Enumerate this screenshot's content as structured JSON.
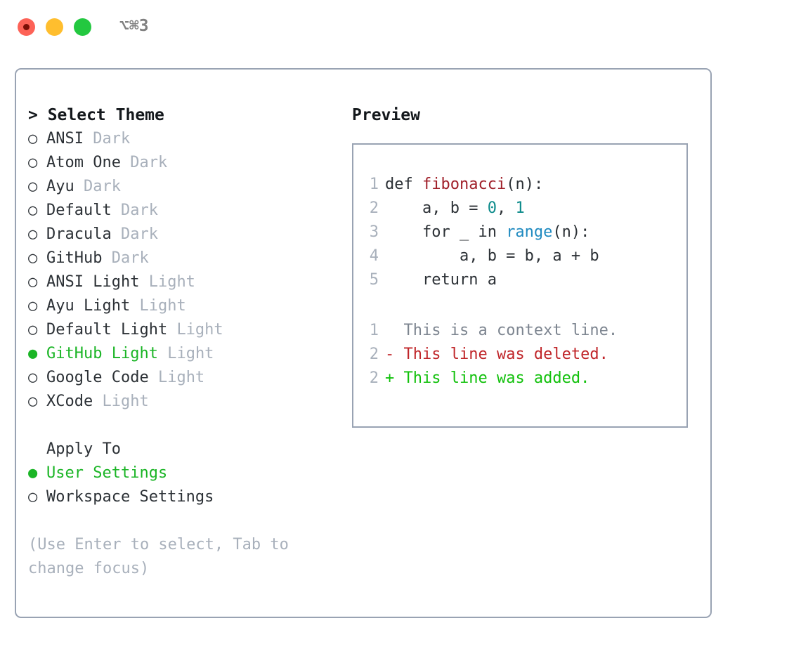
{
  "window": {
    "traffic_lights": [
      "close-light",
      "minimize-light",
      "maximize-light"
    ],
    "shortcut_label": "⌥⌘3"
  },
  "theme_picker": {
    "header": "> Select Theme",
    "items": [
      {
        "marker": "○",
        "name": "ANSI",
        "tag": "Dark",
        "selected": false
      },
      {
        "marker": "○",
        "name": "Atom One",
        "tag": "Dark",
        "selected": false
      },
      {
        "marker": "○",
        "name": "Ayu",
        "tag": "Dark",
        "selected": false
      },
      {
        "marker": "○",
        "name": "Default",
        "tag": "Dark",
        "selected": false
      },
      {
        "marker": "○",
        "name": "Dracula",
        "tag": "Dark",
        "selected": false
      },
      {
        "marker": "○",
        "name": "GitHub",
        "tag": "Dark",
        "selected": false
      },
      {
        "marker": "○",
        "name": "ANSI Light",
        "tag": "Light",
        "selected": false
      },
      {
        "marker": "○",
        "name": "Ayu Light",
        "tag": "Light",
        "selected": false
      },
      {
        "marker": "○",
        "name": "Default Light",
        "tag": "Light",
        "selected": false
      },
      {
        "marker": "●",
        "name": "GitHub Light",
        "tag": "Light",
        "selected": true
      },
      {
        "marker": "○",
        "name": "Google Code",
        "tag": "Light",
        "selected": false
      },
      {
        "marker": "○",
        "name": "XCode",
        "tag": "Light",
        "selected": false
      }
    ]
  },
  "apply_to": {
    "header": "Apply To",
    "items": [
      {
        "marker": "●",
        "name": "User Settings",
        "selected": true
      },
      {
        "marker": "○",
        "name": "Workspace Settings",
        "selected": false
      }
    ]
  },
  "hint_text": "(Use Enter to select, Tab to change focus)",
  "preview": {
    "header": "Preview",
    "code_lines": [
      {
        "no": "1",
        "tokens": [
          {
            "t": "def ",
            "k": "plain"
          },
          {
            "t": "fibonacci",
            "k": "fn"
          },
          {
            "t": "(n):",
            "k": "plain"
          }
        ]
      },
      {
        "no": "2",
        "tokens": [
          {
            "t": "    a, b = ",
            "k": "plain"
          },
          {
            "t": "0",
            "k": "num"
          },
          {
            "t": ", ",
            "k": "plain"
          },
          {
            "t": "1",
            "k": "num"
          }
        ]
      },
      {
        "no": "3",
        "tokens": [
          {
            "t": "    for _ in ",
            "k": "plain"
          },
          {
            "t": "range",
            "k": "call"
          },
          {
            "t": "(n):",
            "k": "plain"
          }
        ]
      },
      {
        "no": "4",
        "tokens": [
          {
            "t": "        a, b = b, a + b",
            "k": "plain"
          }
        ]
      },
      {
        "no": "5",
        "tokens": [
          {
            "t": "    return a",
            "k": "plain"
          }
        ]
      }
    ],
    "diff_lines": [
      {
        "no": "1",
        "sign": "  ",
        "text": "This is a context line.",
        "kind": "ctx"
      },
      {
        "no": "2",
        "sign": "- ",
        "text": "This line was deleted.",
        "kind": "del"
      },
      {
        "no": "2",
        "sign": "+ ",
        "text": "This line was added.",
        "kind": "add"
      }
    ]
  },
  "colors": {
    "accent_green": "#1bb526",
    "muted_gray": "#a8b0bb",
    "border": "#99a3b3",
    "diff_del": "#c0262a",
    "diff_add": "#12c10c",
    "token_fn": "#a0202a",
    "token_num": "#0d8b8b",
    "token_call": "#1f8ac0"
  }
}
